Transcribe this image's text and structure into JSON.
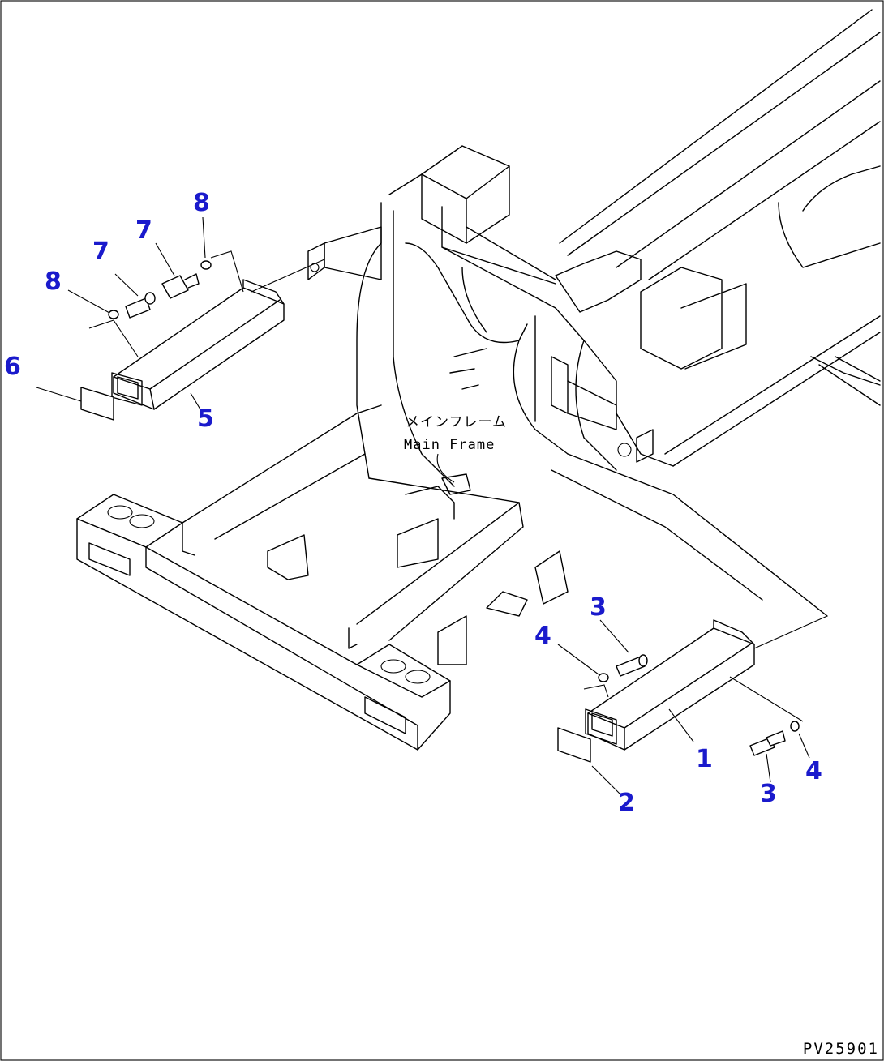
{
  "labels": {
    "main_frame_ja": "メインフレーム",
    "main_frame_en": "Main Frame",
    "drawing_code": "PV25901"
  },
  "callouts": {
    "c1": "1",
    "c2": "2",
    "c3a": "3",
    "c3b": "3",
    "c4a": "4",
    "c4b": "4",
    "c5": "5",
    "c6": "6",
    "c7a": "7",
    "c7b": "7",
    "c8a": "8",
    "c8b": "8"
  },
  "colors": {
    "callout": "#1a1acc",
    "line": "#000000",
    "background": "#ffffff"
  }
}
